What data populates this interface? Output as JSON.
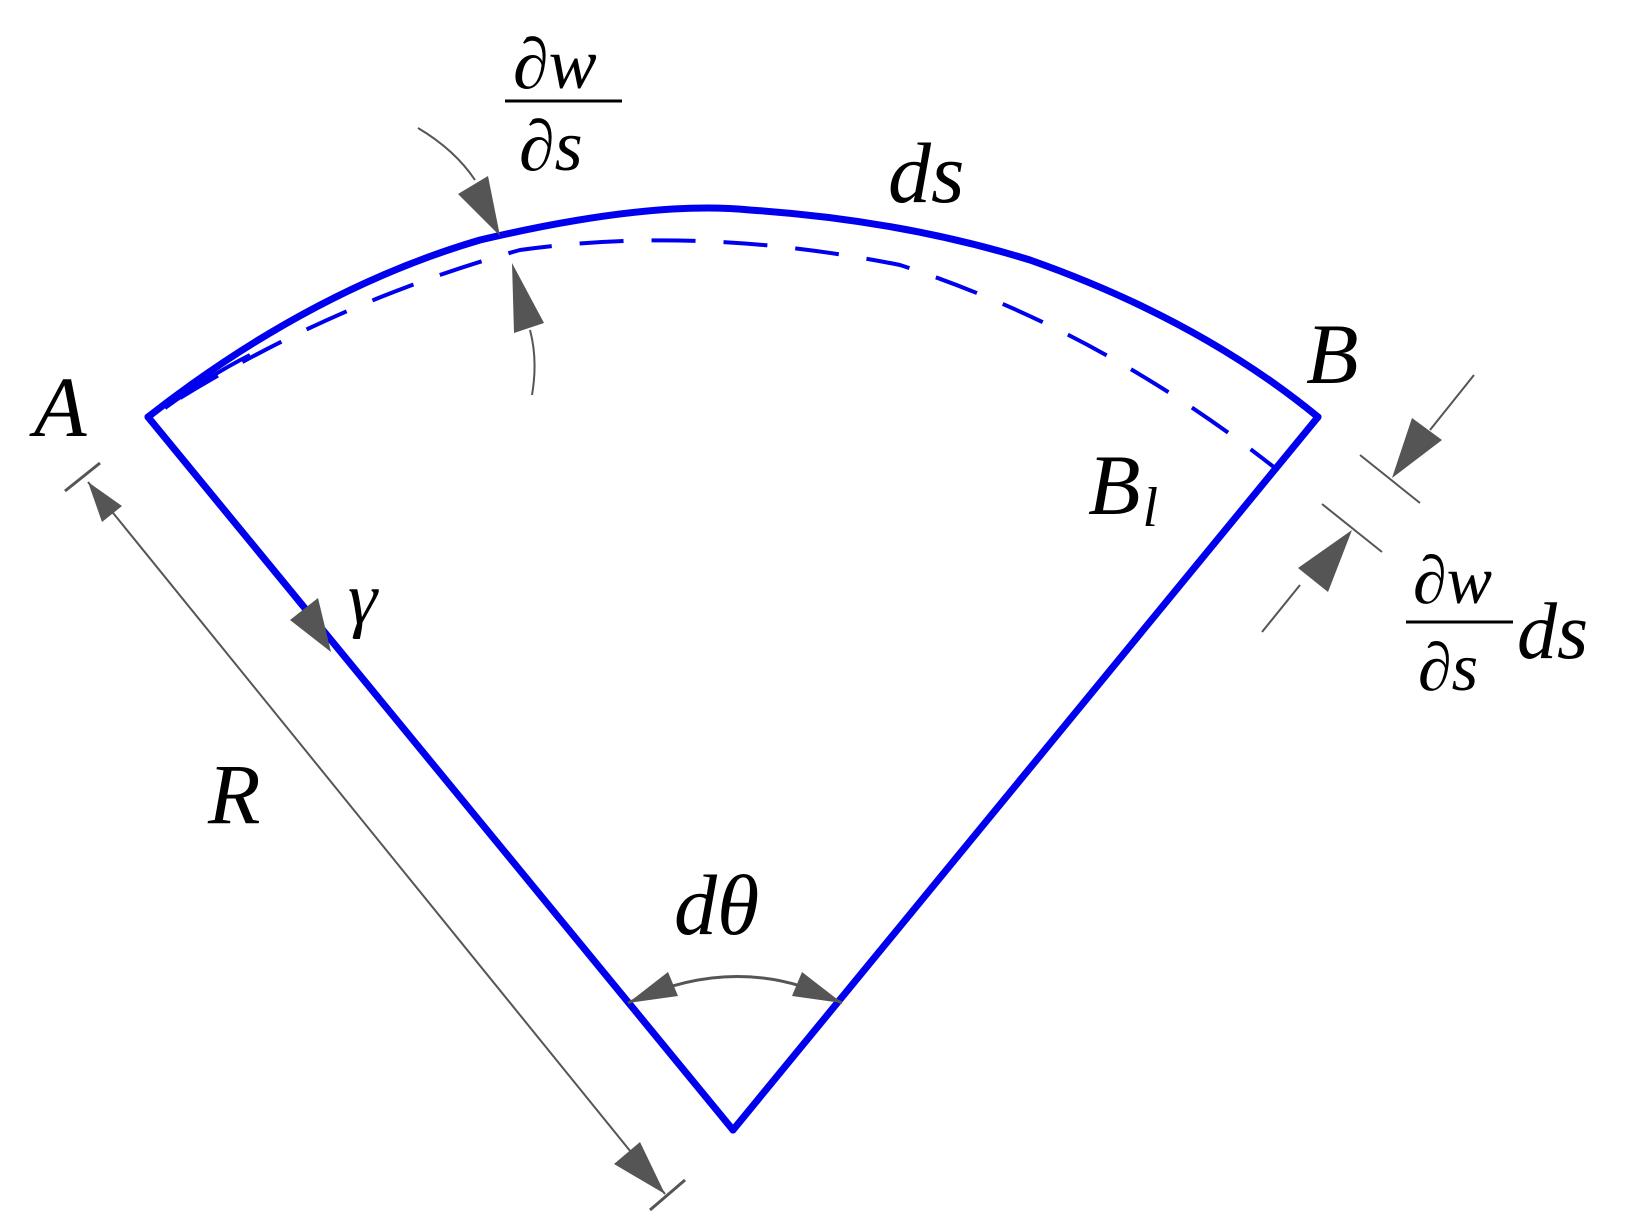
{
  "labels": {
    "point_a": "A",
    "point_b": "B",
    "point_b1_base": "B",
    "point_b1_sub": "l",
    "radius": "R",
    "gamma": "γ",
    "arc_length": "ds",
    "angle": "dθ",
    "slope_numerator": "∂w",
    "slope_denominator": "∂s",
    "offset_numerator": "∂w",
    "offset_denominator": "∂s",
    "offset_suffix": "ds"
  },
  "colors": {
    "element_outline": "#0000ee",
    "dimension_lines": "#555555",
    "text": "#000000"
  }
}
